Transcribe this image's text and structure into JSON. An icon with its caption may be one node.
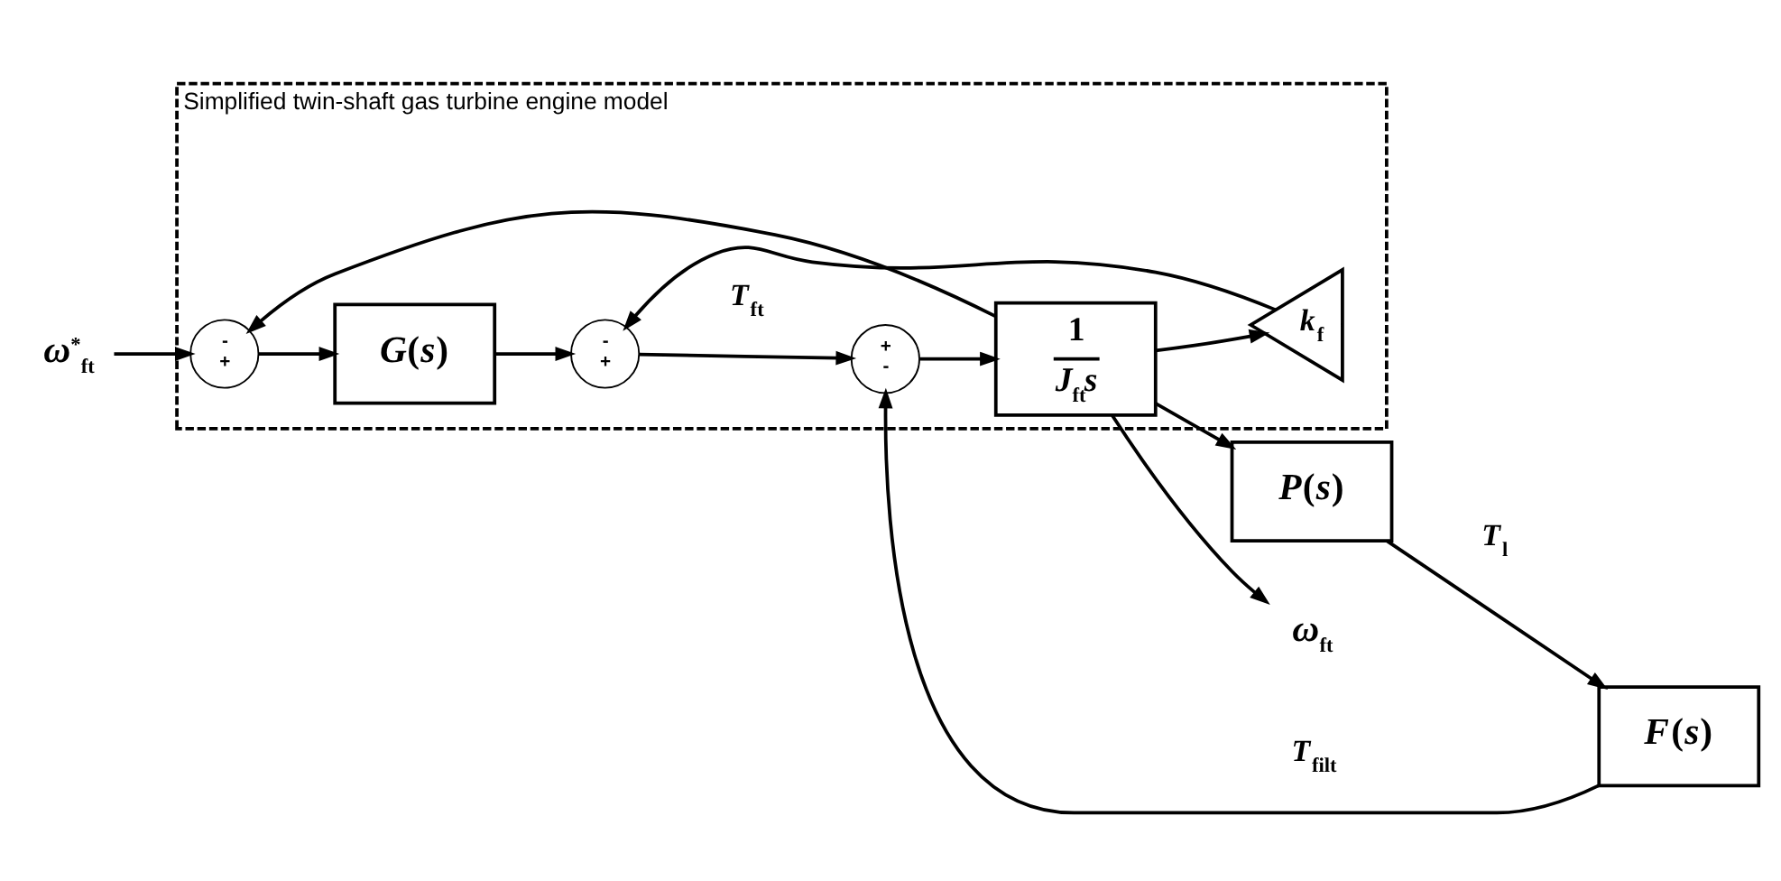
{
  "diagram": {
    "nodes": [
      {
        "text": [
          "Simplified twin-shaft gas turbine engine model"
        ]
      },
      {
        "text": [
          "-",
          "+"
        ],
        "in": 0
      },
      {
        "text": [
          "*G*(*s*)"
        ],
        "in": 0
      },
      {
        "text": [
          "-",
          "+"
        ],
        "in": 0
      },
      {
        "text": [
          "+",
          "-"
        ],
        "in": 0
      },
      {
        "text": [
          "1",
          "*J*$_{ft}$*s*"
        ],
        "in": 0
      },
      {
        "text": [
          "*k*$_{f}$"
        ],
        "in": 0
      },
      {
        "text": [
          "*F*(*s*)"
        ]
      },
      {
        "text": [
          "*P*(*s*)"
        ]
      },
      {
        "text": [
          "*ω*$^{*}$$_{ft}$"
        ]
      },
      {
        "text": [
          "*ω*$_{ft}$"
        ]
      }
    ],
    "edges": [
      {
        "from": 9,
        "to": 1,
        "arrow": "to"
      },
      {
        "from": 1,
        "to": 2,
        "arrow": "to"
      },
      {
        "from": 2,
        "to": 3,
        "arrow": "to"
      },
      {
        "from": 3,
        "to": 4,
        "arrow": "to",
        "label": "*T*$_{ft}$"
      },
      {
        "from": 4,
        "to": 5,
        "arrow": "to"
      },
      {
        "from": 5,
        "to": 10,
        "arrow": "to"
      },
      {
        "from": 5,
        "to": 1,
        "arrow": "to"
      },
      {
        "from": 5,
        "to": 6,
        "arrow": "to"
      },
      {
        "from": 6,
        "to": 3,
        "arrow": "to"
      },
      {
        "from": 5,
        "to": 8,
        "arrow": "to"
      },
      {
        "from": 8,
        "to": 7,
        "arrow": "to",
        "label": "*T*$_{l}$"
      },
      {
        "from": 7,
        "to": 4,
        "arrow": "to",
        "label": "*T*$_{filt}$"
      }
    ]
  }
}
